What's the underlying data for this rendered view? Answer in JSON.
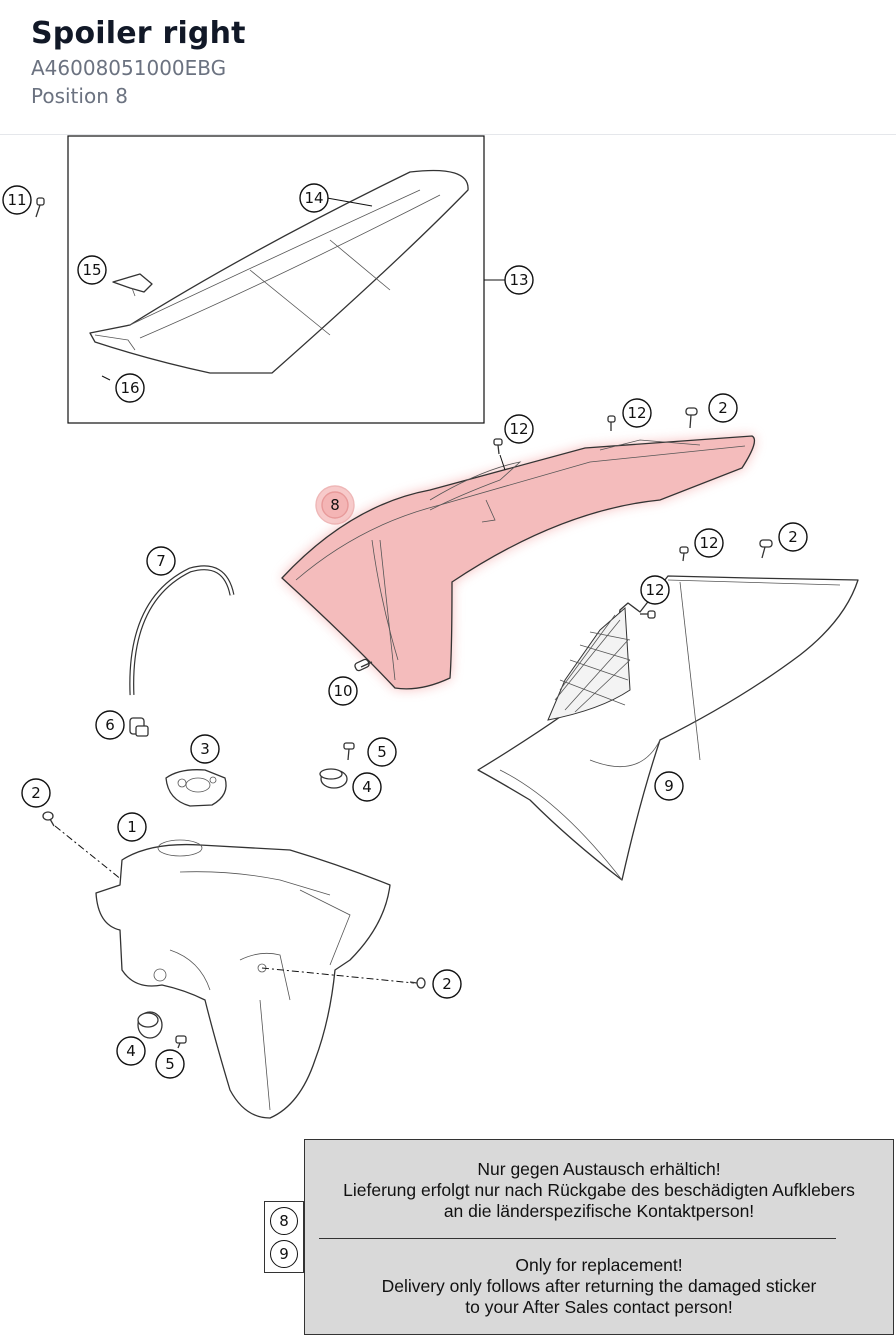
{
  "header": {
    "title": "Spoiler right",
    "part_number": "A46008051000EBG",
    "position": "Position 8"
  },
  "diagram": {
    "highlight_color": "#f08080",
    "selected_callout": "8",
    "callouts": {
      "c1": "1",
      "c2a": "2",
      "c2b": "2",
      "c2c": "2",
      "c2d": "2",
      "c3": "3",
      "c4a": "4",
      "c4b": "4",
      "c5a": "5",
      "c5b": "5",
      "c6": "6",
      "c7": "7",
      "c8": "8",
      "c9": "9",
      "c10": "10",
      "c11": "11",
      "c12a": "12",
      "c12b": "12",
      "c12c": "12",
      "c12d": "12",
      "c13": "13",
      "c14": "14",
      "c15": "15",
      "c16": "16"
    }
  },
  "note": {
    "tags": [
      "8",
      "9"
    ],
    "de_line1": "Nur gegen Austausch erhältich!",
    "de_line2": "Lieferung erfolgt nur nach Rückgabe des beschädigten Aufklebers",
    "de_line3": "an die länderspezifische Kontaktperson!",
    "en_line1": "Only for replacement!",
    "en_line2": "Delivery only follows after returning the damaged sticker",
    "en_line3": "to your After Sales contact person!"
  }
}
